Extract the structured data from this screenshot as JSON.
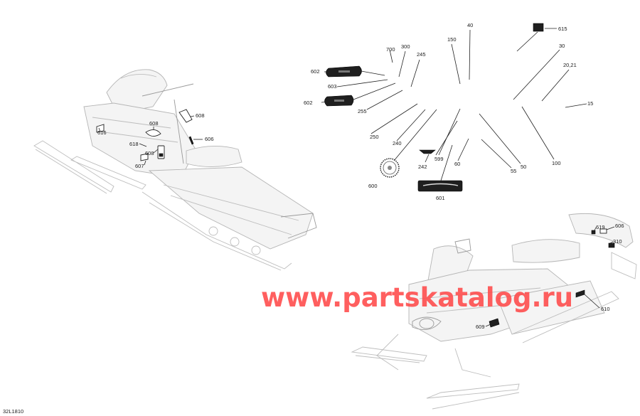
{
  "diagram": {
    "reference_code": "32L1810",
    "watermark": "www.partskatalog.ru",
    "callouts_left_vehicle": [
      "616",
      "608",
      "608",
      "606",
      "618",
      "608",
      "607"
    ],
    "callouts_parts": [
      "700",
      "300",
      "245",
      "150",
      "40",
      "615",
      "30",
      "20,21",
      "15",
      "602",
      "603",
      "602",
      "255",
      "250",
      "240",
      "600",
      "242",
      "599",
      "60",
      "601",
      "55",
      "50",
      "100"
    ],
    "callouts_right_vehicle": [
      "619",
      "606",
      "310",
      "610",
      "609"
    ]
  }
}
